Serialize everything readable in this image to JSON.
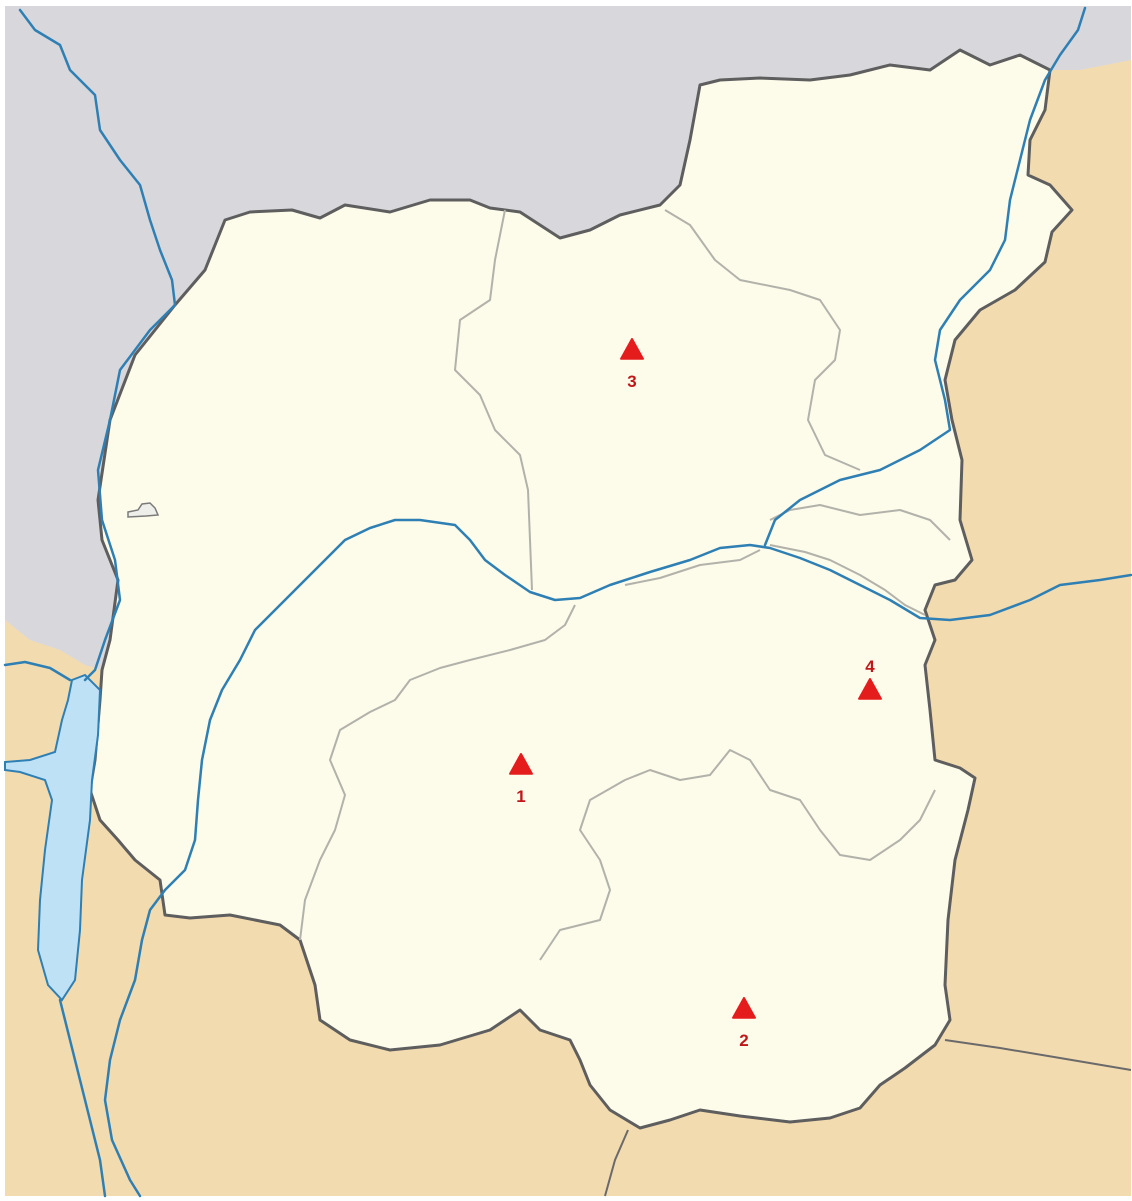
{
  "map": {
    "colors": {
      "frame": "#ffffff",
      "neighbor_gray": "#d8d8dc",
      "neighbor_tan": "#f3dbb0",
      "region_fill": "#fdfbea",
      "outer_border": "#5e5e5e",
      "internal_border": "#b2b2aa",
      "country_border": "#6a6a6a",
      "river": "#2e7fb4",
      "lake": "#bfe1f5",
      "marker": "#e51c1c",
      "marker_text": "#c0181a"
    },
    "markers": [
      {
        "label": "1",
        "icon": "triangle-marker-icon"
      },
      {
        "label": "2",
        "icon": "triangle-marker-icon"
      },
      {
        "label": "3",
        "icon": "triangle-marker-icon"
      },
      {
        "label": "4",
        "icon": "triangle-marker-icon"
      }
    ]
  }
}
